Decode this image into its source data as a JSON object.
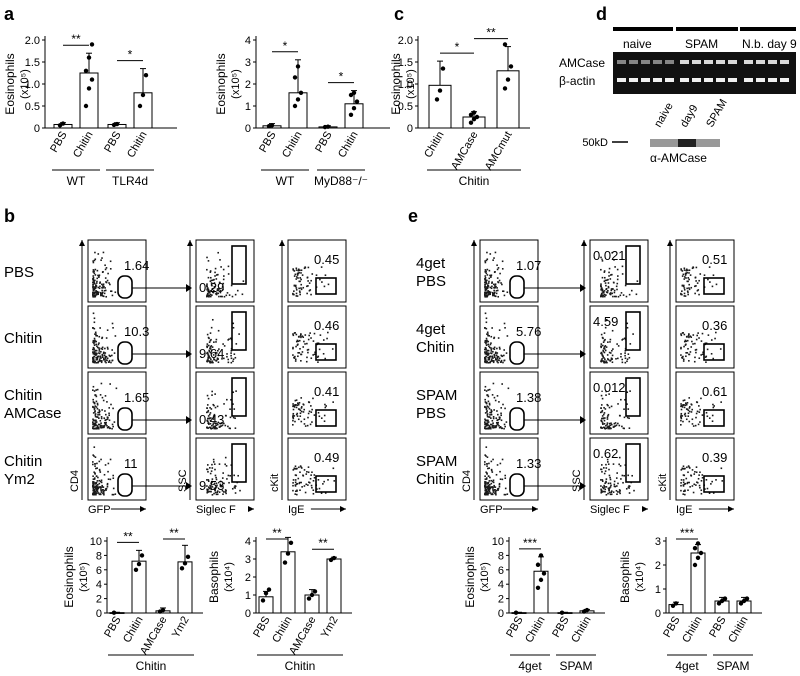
{
  "panel_labels": [
    "a",
    "b",
    "c",
    "d",
    "e"
  ],
  "chart_data": [
    {
      "id": "a1",
      "type": "bar",
      "ylabel": "Eosinophils",
      "yunit": "(x10⁵)",
      "ylim": [
        0,
        2
      ],
      "yticks": [
        "0",
        "0.5",
        "1.0",
        "1.5",
        "2.0"
      ],
      "categories": [
        "PBS",
        "Chitin",
        "PBS",
        "Chitin"
      ],
      "groups": [
        "WT",
        "TLR4d"
      ],
      "values": [
        0.08,
        1.25,
        0.08,
        0.8
      ],
      "errors": [
        0.04,
        0.45,
        0.04,
        0.55
      ],
      "points": [
        [
          0.06,
          0.1
        ],
        [
          0.5,
          0.9,
          1.1,
          1.3,
          1.6,
          1.9
        ],
        [
          0.07,
          0.09
        ],
        [
          0.5,
          0.75,
          1.2
        ]
      ],
      "significance": [
        {
          "between": [
            0,
            1
          ],
          "label": "**"
        },
        {
          "between": [
            2,
            3
          ],
          "label": "*"
        }
      ]
    },
    {
      "id": "a2",
      "type": "bar",
      "ylabel": "Eosinophils",
      "yunit": "(x10⁵)",
      "ylim": [
        0,
        4
      ],
      "yticks": [
        "0",
        "1",
        "2",
        "3",
        "4"
      ],
      "categories": [
        "PBS",
        "Chitin",
        "PBS",
        "Chitin"
      ],
      "groups": [
        "WT",
        "MyD88⁻/⁻"
      ],
      "values": [
        0.1,
        1.6,
        0.05,
        1.1
      ],
      "errors": [
        0.1,
        1.5,
        0.05,
        0.6
      ],
      "points": [
        [
          0.08,
          0.12
        ],
        [
          1.0,
          1.3,
          1.6,
          2.3,
          2.8
        ],
        [
          0.04,
          0.06
        ],
        [
          0.6,
          0.9,
          1.2,
          1.5,
          1.6
        ]
      ],
      "significance": [
        {
          "between": [
            0,
            1
          ],
          "label": "*"
        },
        {
          "between": [
            2,
            3
          ],
          "label": "*"
        }
      ]
    },
    {
      "id": "c",
      "type": "bar",
      "ylabel": "Eosinophils",
      "yunit": "(x10⁵)",
      "ylim": [
        0,
        2
      ],
      "yticks": [
        "0",
        "0.5",
        "1.0",
        "1.5",
        "2.0"
      ],
      "categories": [
        "Chitin",
        "AMCase",
        "AMCmut"
      ],
      "groups": [
        "Chitin"
      ],
      "values": [
        0.97,
        0.25,
        1.3
      ],
      "errors": [
        0.55,
        0.12,
        0.55
      ],
      "points": [
        [
          0.65,
          0.85,
          1.35
        ],
        [
          0.12,
          0.2,
          0.25,
          0.3,
          0.35
        ],
        [
          0.9,
          1.1,
          1.4,
          1.9
        ]
      ],
      "significance": [
        {
          "between": [
            0,
            1
          ],
          "label": "*"
        },
        {
          "between": [
            1,
            2
          ],
          "label": "**"
        }
      ]
    },
    {
      "id": "b-eos",
      "type": "bar",
      "ylabel": "Eosinophils",
      "yunit": "(x10⁵)",
      "ylim": [
        0,
        10
      ],
      "yticks": [
        "0",
        "2",
        "4",
        "6",
        "8",
        "10"
      ],
      "categories": [
        "PBS",
        "Chitin",
        "AMCase",
        "Ym2"
      ],
      "groups": [
        "Chitin"
      ],
      "values": [
        0.05,
        7.2,
        0.3,
        7.1
      ],
      "errors": [
        0.05,
        1.5,
        0.4,
        2.3
      ],
      "points": [
        [
          0.05
        ],
        [
          6.0,
          6.8,
          8.0
        ],
        [
          0.2,
          0.4
        ],
        [
          6.2,
          6.9,
          7.8
        ]
      ],
      "significance": [
        {
          "between": [
            0,
            1
          ],
          "label": "**"
        },
        {
          "between": [
            2,
            3
          ],
          "label": "**"
        }
      ]
    },
    {
      "id": "b-baso",
      "type": "bar",
      "ylabel": "Basophils",
      "yunit": "(x10⁴)",
      "ylim": [
        0,
        4
      ],
      "yticks": [
        "0",
        "1",
        "2",
        "3",
        "4"
      ],
      "categories": [
        "PBS",
        "Chitin",
        "AMCase",
        "Ym2"
      ],
      "groups": [
        "Chitin"
      ],
      "values": [
        0.9,
        3.4,
        1.0,
        3.0
      ],
      "errors": [
        0.3,
        0.8,
        0.3,
        0.1
      ],
      "points": [
        [
          0.7,
          1.1,
          1.3
        ],
        [
          2.8,
          3.3,
          3.9
        ],
        [
          0.8,
          1.0,
          1.2
        ],
        [
          2.95,
          3.05
        ]
      ],
      "significance": [
        {
          "between": [
            0,
            1
          ],
          "label": "**"
        },
        {
          "between": [
            2,
            3
          ],
          "label": "**"
        }
      ]
    },
    {
      "id": "e-eos",
      "type": "bar",
      "ylabel": "Eosinophils",
      "yunit": "(x10⁵)",
      "ylim": [
        0,
        10
      ],
      "yticks": [
        "0",
        "2",
        "4",
        "6",
        "8",
        "10"
      ],
      "categories": [
        "PBS",
        "Chitin",
        "PBS",
        "Chitin"
      ],
      "groups": [
        "4get",
        "SPAM"
      ],
      "values": [
        0.05,
        5.8,
        0.05,
        0.3
      ],
      "errors": [
        0.05,
        2.0,
        0.05,
        0.2
      ],
      "points": [
        [
          0.05
        ],
        [
          3.5,
          4.6,
          5.5,
          6.7,
          8.0
        ],
        [
          0.05
        ],
        [
          0.2,
          0.4
        ]
      ],
      "significance": [
        {
          "between": [
            0,
            1
          ],
          "label": "***"
        }
      ]
    },
    {
      "id": "e-baso",
      "type": "bar",
      "ylabel": "Basophils",
      "yunit": "(x10⁴)",
      "ylim": [
        0,
        3
      ],
      "yticks": [
        "0",
        "1",
        "2",
        "3"
      ],
      "categories": [
        "PBS",
        "Chitin",
        "PBS",
        "Chitin"
      ],
      "groups": [
        "4get",
        "SPAM"
      ],
      "values": [
        0.35,
        2.5,
        0.5,
        0.5
      ],
      "errors": [
        0.1,
        0.35,
        0.15,
        0.15
      ],
      "points": [
        [
          0.3,
          0.4
        ],
        [
          2.0,
          2.3,
          2.5,
          2.7,
          2.9
        ],
        [
          0.4,
          0.5,
          0.6
        ],
        [
          0.4,
          0.5,
          0.6
        ]
      ],
      "significance": [
        {
          "between": [
            0,
            1
          ],
          "label": "***"
        }
      ]
    }
  ],
  "panel_d": {
    "lanes": [
      "naive",
      "SPAM",
      "N.b. day 9"
    ],
    "rows": [
      "AMCase",
      "β-actin"
    ],
    "western_lanes": [
      "naive",
      "day9",
      "SPAM"
    ],
    "marker": "50kD",
    "antibody": "α-AMCase"
  },
  "panel_b": {
    "rows": [
      "PBS",
      "Chitin",
      "Chitin\nAMCase",
      "Chitin\nYm2"
    ],
    "gfp_pct": [
      "1.64",
      "10.3",
      "1.65",
      "11"
    ],
    "siglec_pct": [
      "0.29",
      "9.64",
      "0.43",
      "9.53"
    ],
    "cKit_pct": [
      "0.45",
      "0.46",
      "0.41",
      "0.49"
    ],
    "axes": {
      "col1_y": "CD4",
      "col1_x": "GFP",
      "col2_y": "SSC",
      "col2_x": "Siglec F",
      "col3_y": "cKit",
      "col3_x": "IgE"
    }
  },
  "panel_e": {
    "rows": [
      "4get\nPBS",
      "4get\nChitin",
      "SPAM\nPBS",
      "SPAM\nChitin"
    ],
    "gfp_pct": [
      "1.07",
      "5.76",
      "1.38",
      "1.33"
    ],
    "siglec_pct": [
      "0.021",
      "4.59",
      "0.012",
      "0.62"
    ],
    "cKit_pct": [
      "0.51",
      "0.36",
      "0.61",
      "0.39"
    ],
    "axes": {
      "col1_y": "CD4",
      "col1_x": "GFP",
      "col2_y": "SSC",
      "col2_x": "Siglec F",
      "col3_y": "cKit",
      "col3_x": "IgE"
    }
  }
}
